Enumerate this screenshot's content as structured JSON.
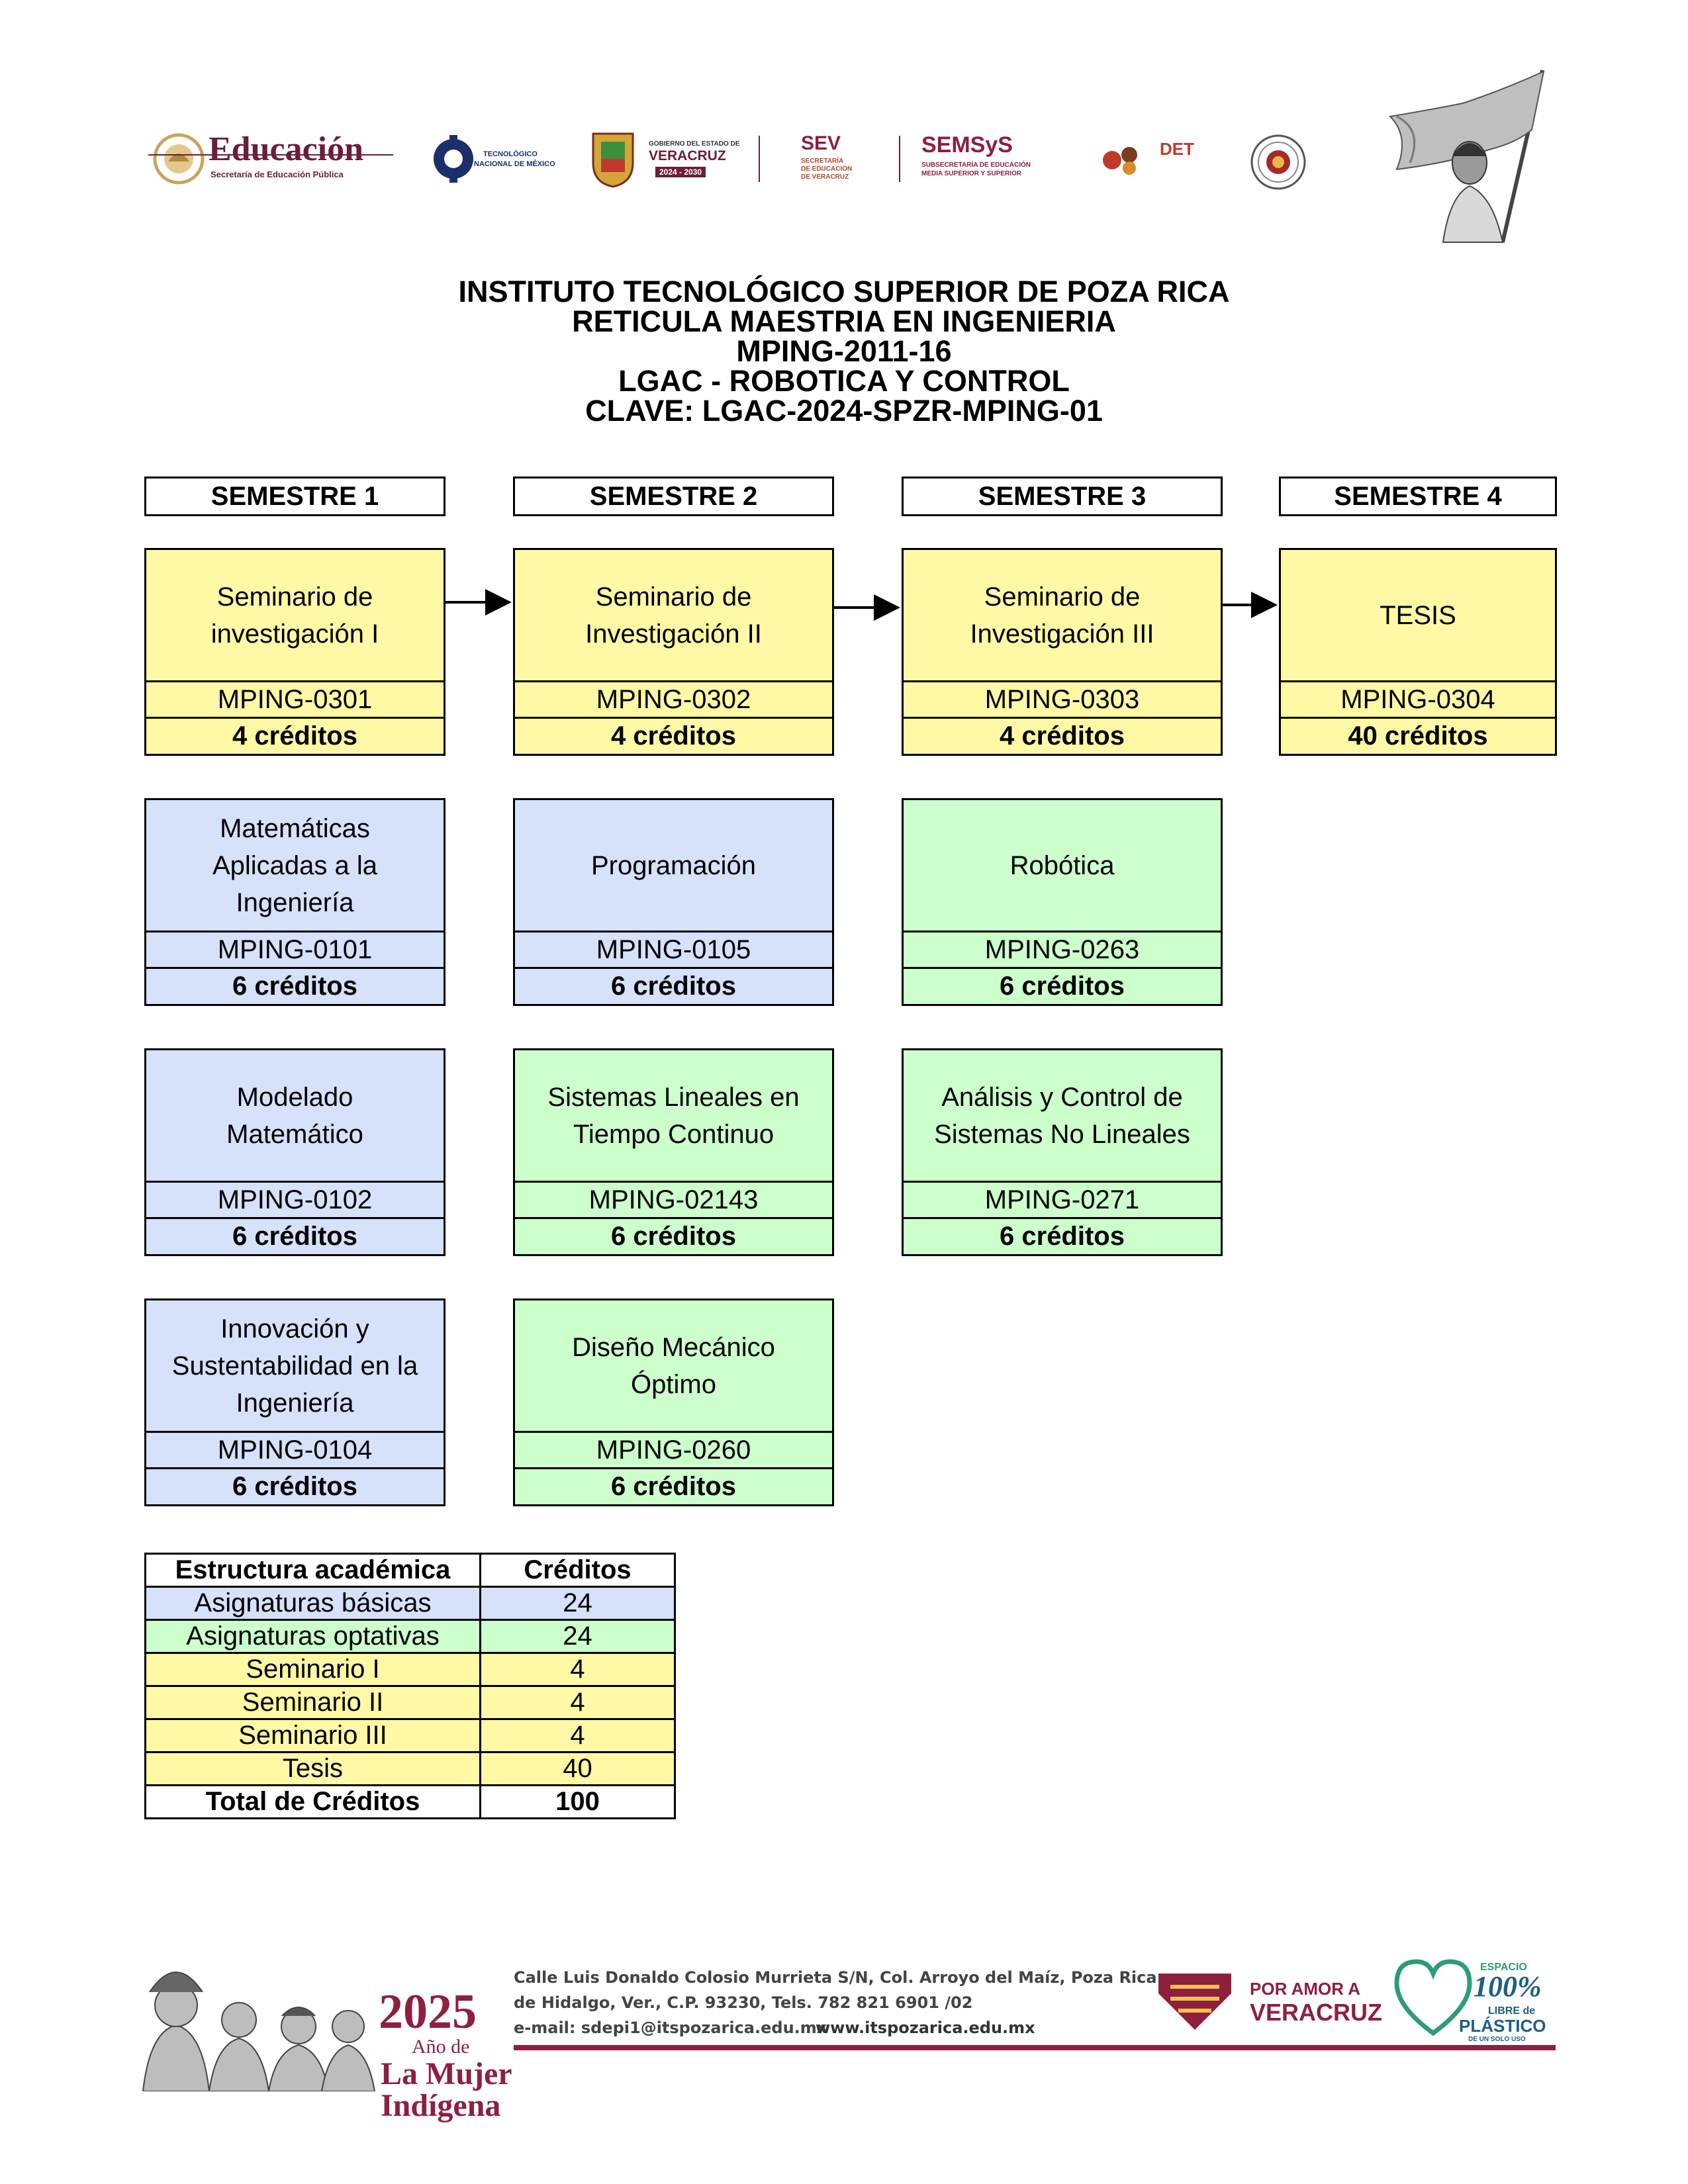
{
  "header": {
    "educacion": {
      "title": "Educación",
      "subtitle": "Secretaría de Educación Pública"
    },
    "tecnm": {
      "line1": "TECNOLÓGICO",
      "line2": "NACIONAL DE MÉXICO"
    },
    "veracruz": {
      "line1": "GOBIERNO DEL ESTADO DE",
      "line2": "VERACRUZ",
      "years": "2024 - 2030"
    },
    "sev": {
      "title": "SEV",
      "line1": "SECRETARÍA",
      "line2": "DE EDUCACIÓN",
      "line3": "DE VERACRUZ"
    },
    "semsys": {
      "title": "SEMSyS",
      "line1": "SUBSECRETARÍA DE EDUCACIÓN",
      "line2": "MEDIA SUPERIOR Y SUPERIOR"
    },
    "det": {
      "title": "DET"
    }
  },
  "titles": {
    "institute": "INSTITUTO TECNOLÓGICO SUPERIOR DE POZA RICA",
    "program": "RETICULA MAESTRIA EN INGENIERIA",
    "plan": "MPING-2011-16",
    "lgac": "LGAC - ROBOTICA Y CONTROL",
    "clave": "CLAVE: LGAC-2024-SPZR-MPING-01"
  },
  "semesters": [
    "SEMESTRE 1",
    "SEMESTRE 2",
    "SEMESTRE 3",
    "SEMESTRE 4"
  ],
  "courses": {
    "s1r1": {
      "name": "Seminario de\ninvestigación I",
      "code": "MPING-0301",
      "credits": "4 créditos",
      "color": "#fff9a6"
    },
    "s2r1": {
      "name": "Seminario de\nInvestigación II",
      "code": "MPING-0302",
      "credits": "4 créditos",
      "color": "#fff9a6"
    },
    "s3r1": {
      "name": "Seminario de\nInvestigación III",
      "code": "MPING-0303",
      "credits": "4 créditos",
      "color": "#fff9a6"
    },
    "s4r1": {
      "name": "TESIS",
      "code": "MPING-0304",
      "credits": "40 créditos",
      "color": "#fff9a6"
    },
    "s1r2": {
      "name": "Matemáticas\nAplicadas a la\nIngeniería",
      "code": "MPING-0101",
      "credits": "6 créditos",
      "color": "#d6e1fa"
    },
    "s2r2": {
      "name": "Programación",
      "code": "MPING-0105",
      "credits": "6 créditos",
      "color": "#d6e1fa"
    },
    "s3r2": {
      "name": "Robótica",
      "code": "MPING-0263",
      "credits": "6 créditos",
      "color": "#ccffcc"
    },
    "s1r3": {
      "name": "Modelado\nMatemático",
      "code": "MPING-0102",
      "credits": "6 créditos",
      "color": "#d6e1fa"
    },
    "s2r3": {
      "name": "Sistemas Lineales en\nTiempo Continuo",
      "code": "MPING-02143",
      "credits": "6 créditos",
      "color": "#ccffcc"
    },
    "s3r3": {
      "name": "Análisis y Control de\nSistemas No Lineales",
      "code": "MPING-0271",
      "credits": "6 créditos",
      "color": "#ccffcc"
    },
    "s1r4": {
      "name": "Innovación y\nSustentabilidad en la\nIngeniería",
      "code": "MPING-0104",
      "credits": "6 créditos",
      "color": "#d6e1fa"
    },
    "s2r4": {
      "name": "Diseño Mecánico\nÓptimo",
      "code": "MPING-0260",
      "credits": "6 créditos",
      "color": "#ccffcc"
    }
  },
  "credits_table": {
    "header": [
      "Estructura académica",
      "Créditos"
    ],
    "rows": [
      {
        "label": "Asignaturas básicas",
        "value": "24",
        "color": "#d6e1fa"
      },
      {
        "label": "Asignaturas optativas",
        "value": "24",
        "color": "#ccffcc"
      },
      {
        "label": "Seminario I",
        "value": "4",
        "color": "#fff9a6"
      },
      {
        "label": "Seminario II",
        "value": "4",
        "color": "#fff9a6"
      },
      {
        "label": "Seminario III",
        "value": "4",
        "color": "#fff9a6"
      },
      {
        "label": "Tesis",
        "value": "40",
        "color": "#fff9a6"
      }
    ],
    "total": [
      "Total de Créditos",
      "100"
    ]
  },
  "footer": {
    "year": "2025",
    "year_line2": "Año de",
    "year_line3": "La Mujer",
    "year_line4": "Indígena",
    "address1": "Calle Luis Donaldo Colosio Murrieta S/N, Col. Arroyo del Maíz, Poza Rica",
    "address2": "de Hidalgo, Ver., C.P. 93230, Tels. 782 821 6901 /02",
    "email": "e-mail: sdepi1@itspozarica.edu.mx",
    "web": "www.itspozarica.edu.mx",
    "amor1": "POR AMOR A",
    "amor2": "VERACRUZ",
    "espacio1": "ESPACIO",
    "espacio2": "100%",
    "espacio3": "LIBRE de",
    "espacio4": "PLÁSTICO",
    "espacio5": "DE UN SOLO USO"
  },
  "colors": {
    "yellow": "#fff9a6",
    "blue": "#d6e1fa",
    "green": "#ccffcc",
    "brand": "#8e1f3f"
  }
}
